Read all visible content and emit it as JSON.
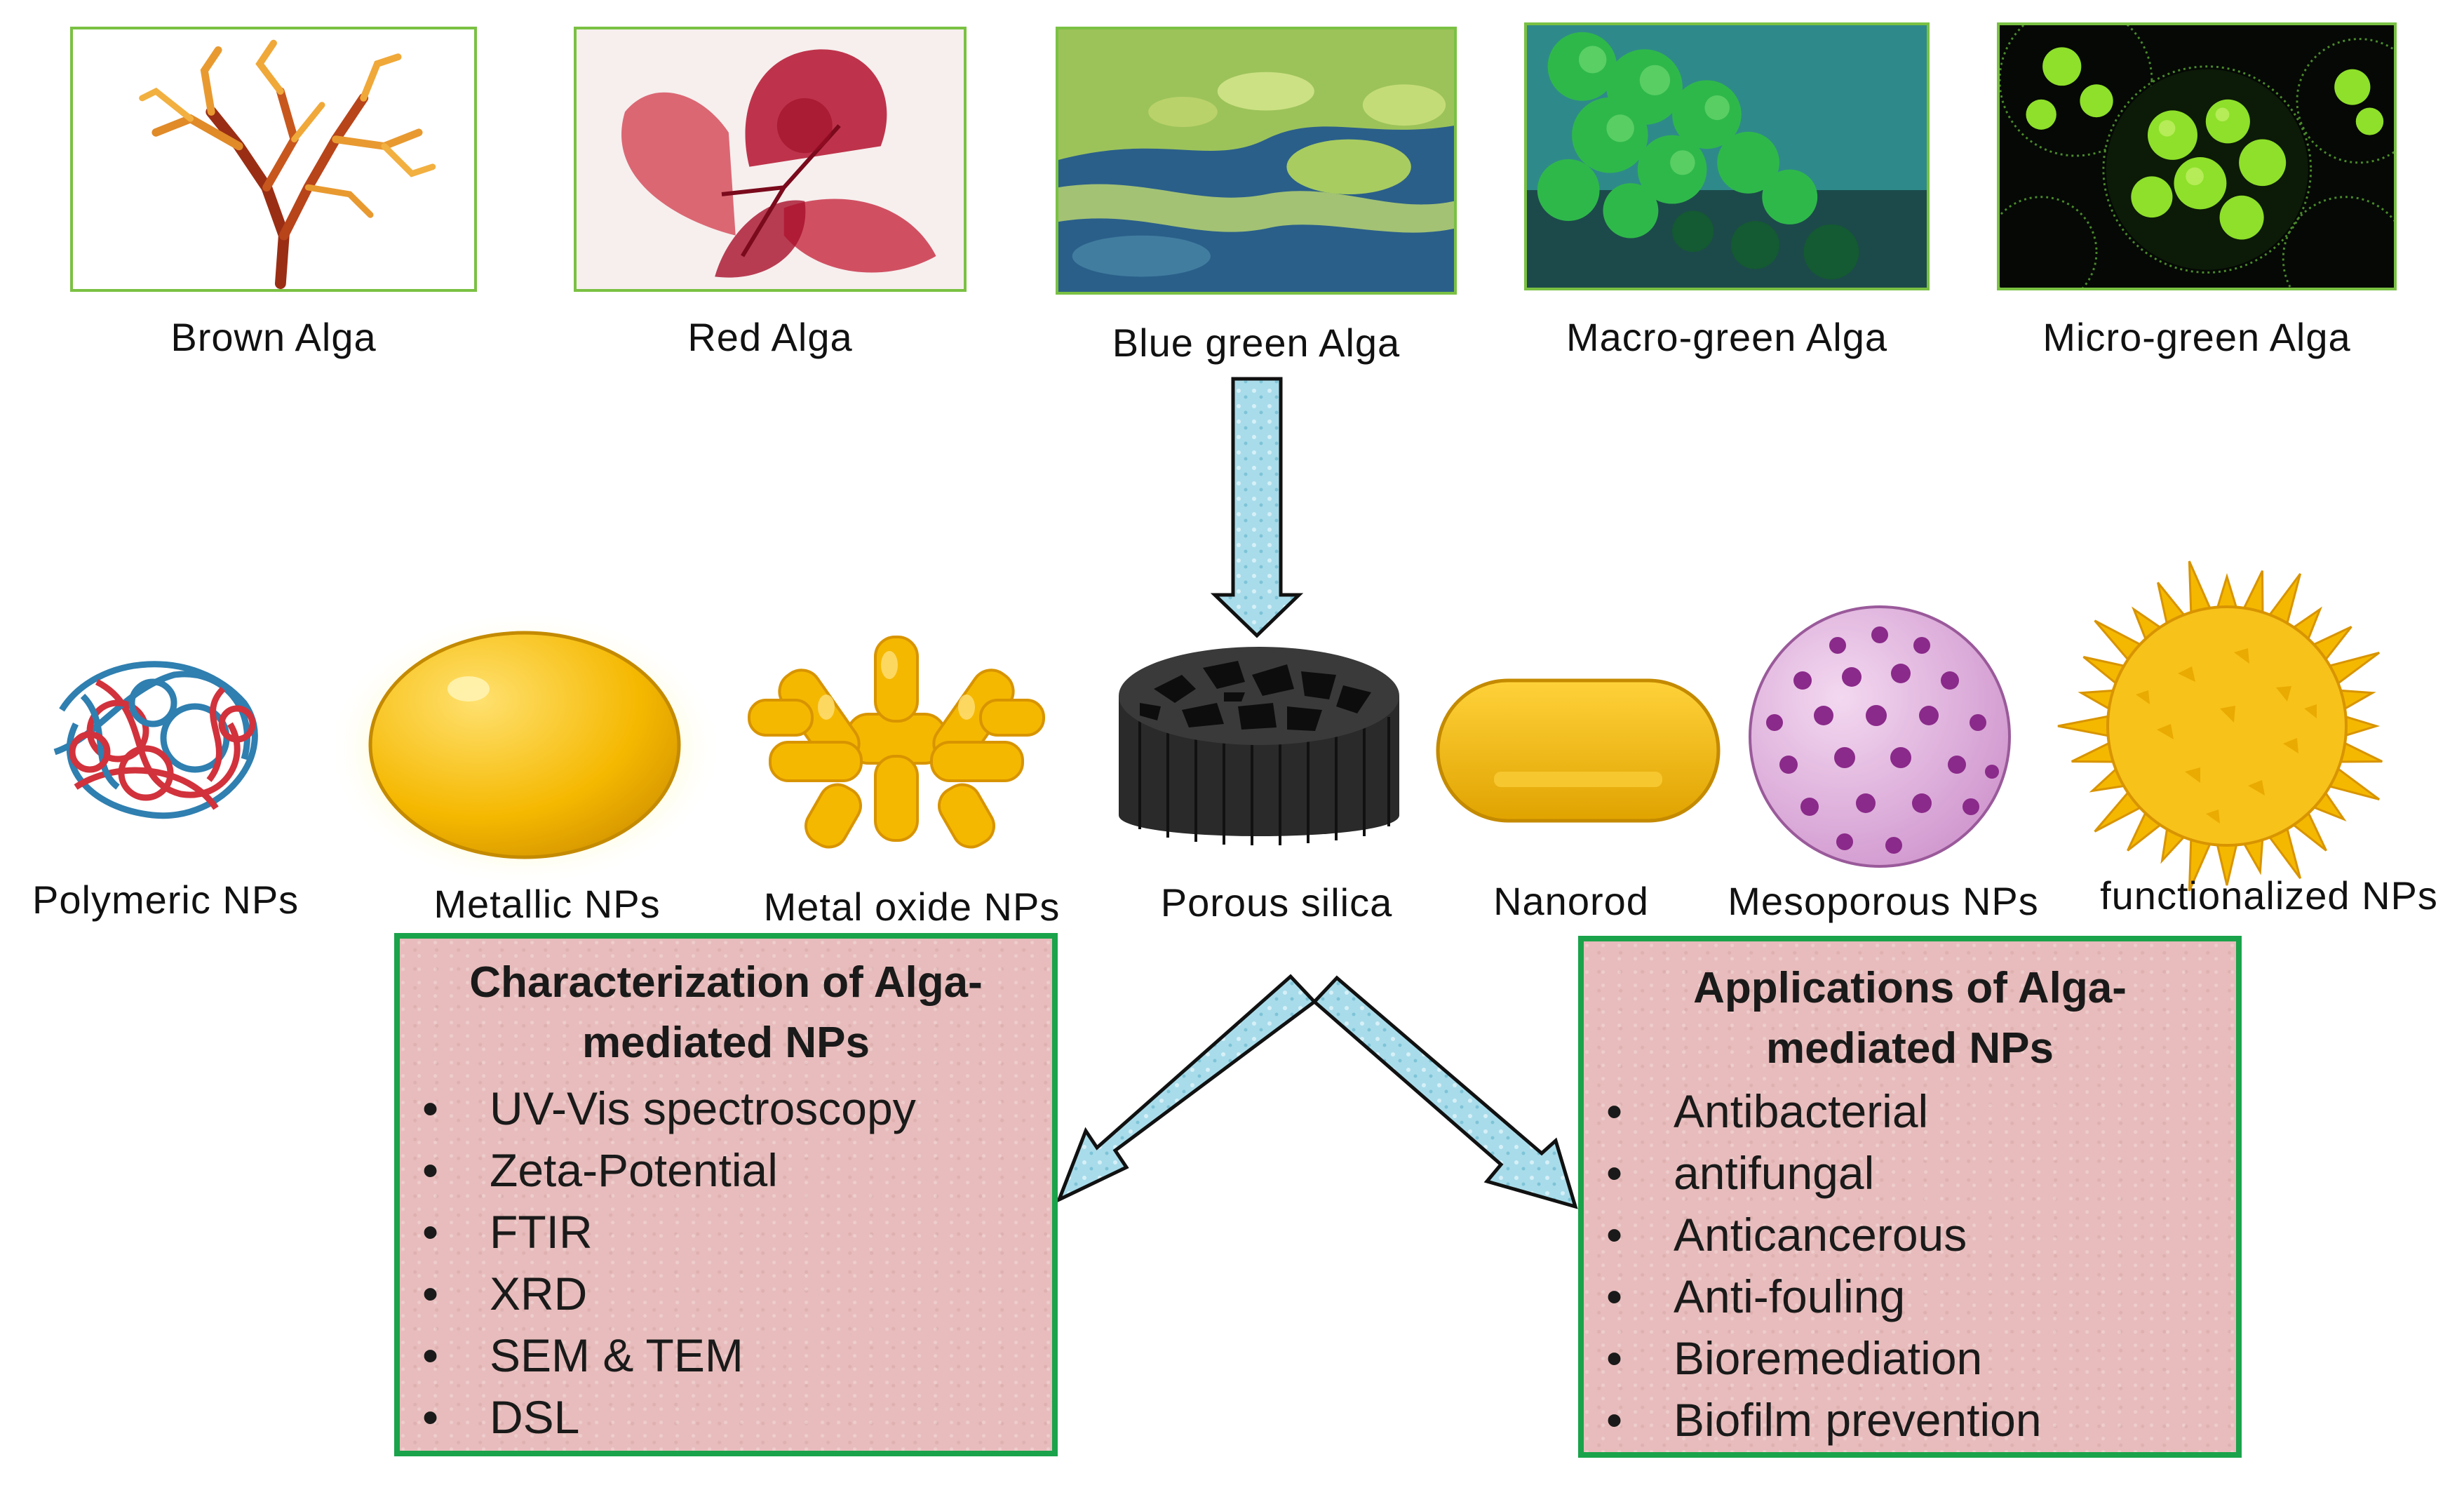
{
  "algae": [
    {
      "label": "Brown Alga"
    },
    {
      "label": "Red Alga"
    },
    {
      "label": "Blue green Alga"
    },
    {
      "label": "Macro-green Alga"
    },
    {
      "label": "Micro-green Alga"
    }
  ],
  "nanoparticles": [
    {
      "label": "Polymeric NPs"
    },
    {
      "label": "Metallic NPs"
    },
    {
      "label": "Metal oxide NPs"
    },
    {
      "label": "Porous silica"
    },
    {
      "label": "Nanorod"
    },
    {
      "label": "Mesoporous NPs"
    },
    {
      "label": "functionalized NPs"
    }
  ],
  "characterization": {
    "title_line1": "Characterization of Alga-",
    "title_line2": "mediated NPs",
    "items": [
      "UV-Vis spectroscopy",
      "Zeta-Potential",
      "FTIR",
      "XRD",
      "SEM & TEM",
      "DSL"
    ]
  },
  "applications": {
    "title_line1": "Applications of Alga-",
    "title_line2": "mediated NPs",
    "items": [
      "Antibacterial",
      "antifungal",
      "Anticancerous",
      "Anti-fouling",
      "Bioremediation",
      "Biofilm prevention"
    ]
  },
  "bullet": "•",
  "colors": {
    "box_border": "#1aa34a",
    "box_fill": "#e8bcbc",
    "photo_border": "#7ac143",
    "arrow_fill": "#a9dcea"
  }
}
